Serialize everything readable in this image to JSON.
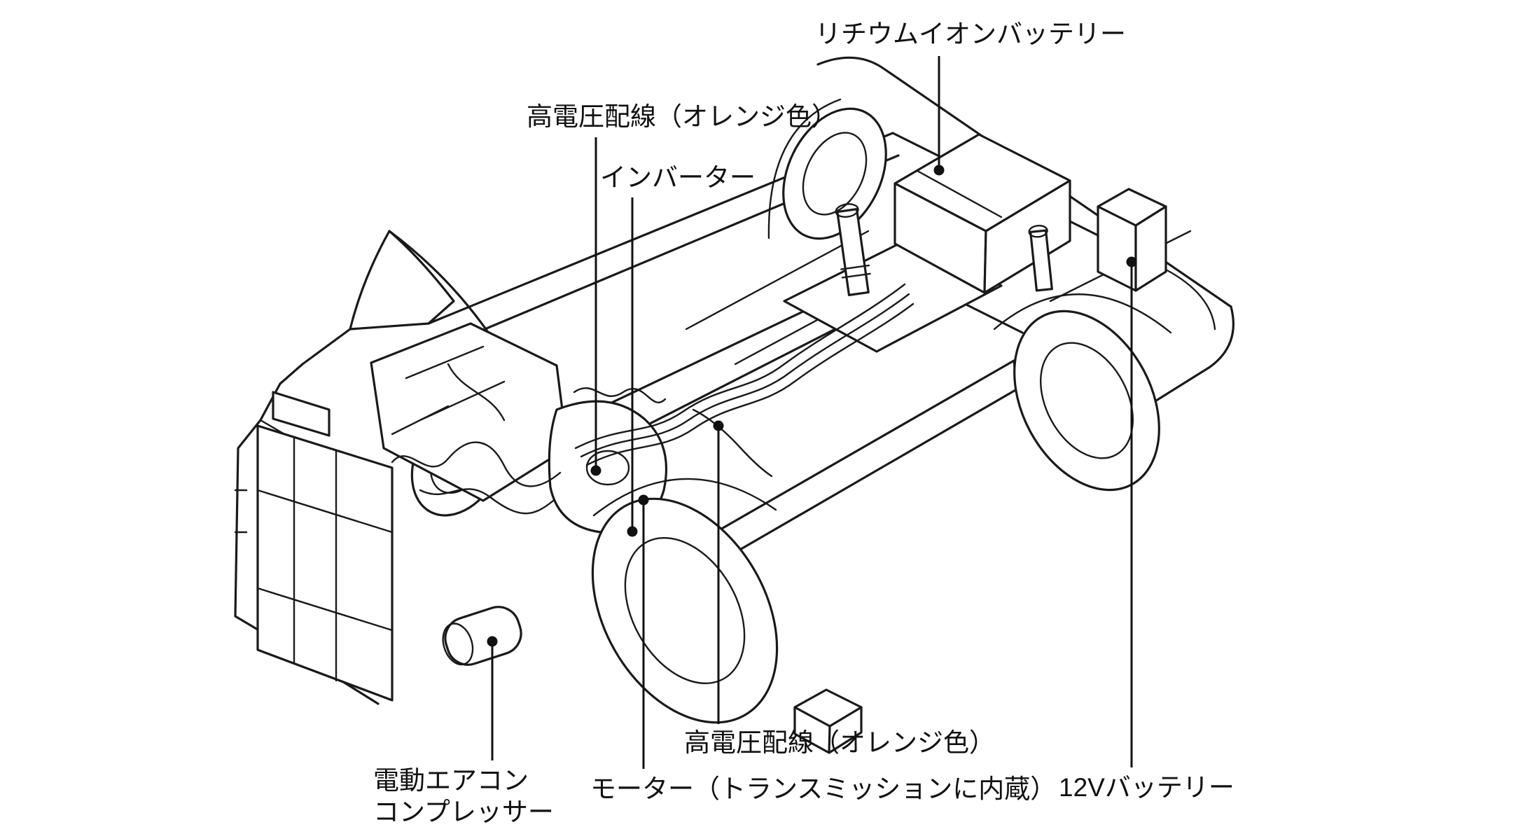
{
  "diagram": {
    "type": "vehicle-hybrid-ev-component-location-cutaway",
    "style": "black line art on white",
    "colors": {
      "background": "#ffffff",
      "line": "#1a1a1a",
      "text": "#111111"
    }
  },
  "labels": {
    "lithium_battery": {
      "text": "リチウムイオンバッテリー"
    },
    "hv_wiring_top": {
      "text": "高電圧配線（オレンジ色）"
    },
    "inverter": {
      "text": "インバーター"
    },
    "ac_compressor": {
      "line1": "電動エアコン",
      "line2": "コンプレッサー"
    },
    "motor": {
      "text": "モーター（トランスミッションに内蔵）"
    },
    "hv_wiring_bottom": {
      "text": "高電圧配線（オレンジ色）"
    },
    "battery_12v": {
      "text": "12Vバッテリー"
    }
  }
}
